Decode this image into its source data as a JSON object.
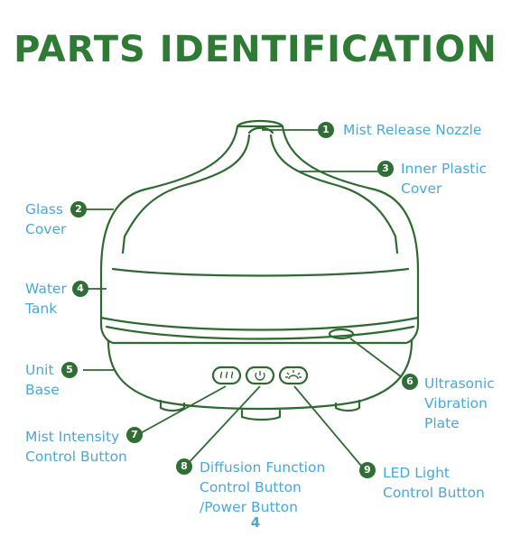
{
  "title": "PARTS IDENTIFICATION",
  "page_number": "4",
  "colors": {
    "title": "#2f7a35",
    "label": "#4aa8d8",
    "badge": "#2f6e35",
    "outline": "#2d6a30"
  },
  "parts": [
    {
      "number": "1",
      "lines": [
        "Mist Release Nozzle"
      ]
    },
    {
      "number": "2",
      "lines": [
        "Glass",
        "Cover"
      ]
    },
    {
      "number": "3",
      "lines": [
        "Inner Plastic",
        "Cover"
      ]
    },
    {
      "number": "4",
      "lines": [
        "Water",
        "Tank"
      ]
    },
    {
      "number": "5",
      "lines": [
        "Unit",
        "Base"
      ]
    },
    {
      "number": "6",
      "lines": [
        "Ultrasonic",
        "Vibration",
        "Plate"
      ]
    },
    {
      "number": "7",
      "lines": [
        "Mist Intensity",
        "Control Button"
      ]
    },
    {
      "number": "8",
      "lines": [
        "Diffusion Function",
        "Control Button",
        "/Power Button"
      ]
    },
    {
      "number": "9",
      "lines": [
        "LED Light",
        "Control Button"
      ]
    }
  ],
  "buttons": [
    {
      "icon": "mist-wave-icon",
      "glyph": "≋"
    },
    {
      "icon": "power-icon",
      "glyph": "⏻"
    },
    {
      "icon": "light-icon",
      "glyph": "☼"
    }
  ]
}
